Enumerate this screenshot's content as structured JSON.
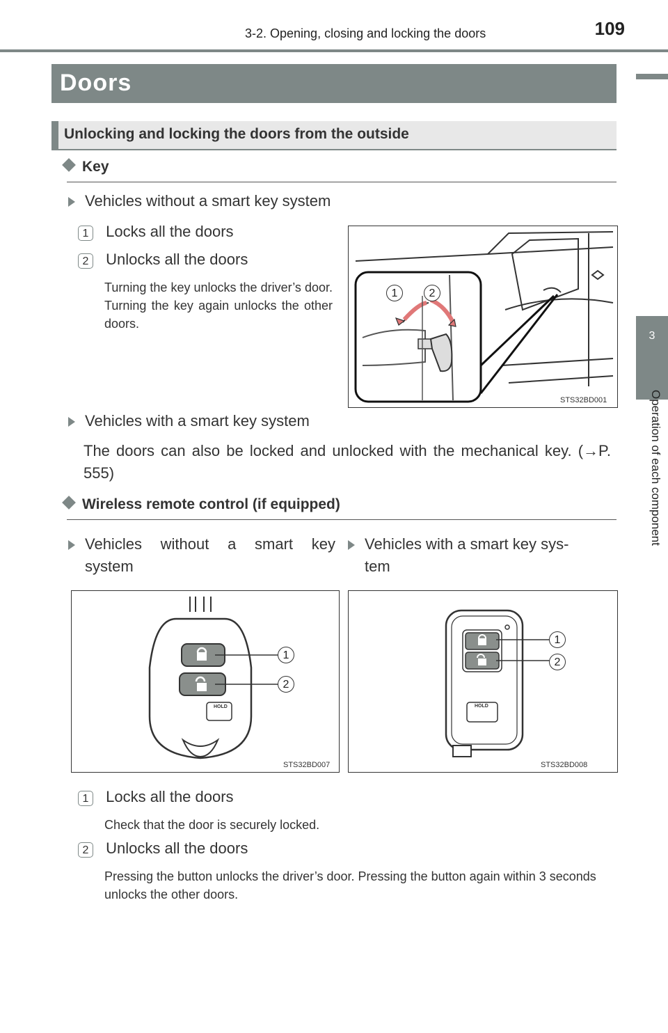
{
  "header": {
    "page_number": "109",
    "section_title": "3-2. Opening, closing and locking the doors"
  },
  "side_tab": {
    "chapter_number": "3",
    "chapter_title": "Operation of each component"
  },
  "title": "Doors",
  "subsection": "Unlocking and locking the doors from the outside",
  "key_section": {
    "heading": "Key",
    "no_smart": {
      "label": "Vehicles without a smart key system",
      "item1_num": "1",
      "item1": "Locks all the doors",
      "item2_num": "2",
      "item2": "Unlocks all the doors",
      "note": "Turning the key unlocks the driver’s door. Turning the key again unlocks the other doors.",
      "figure_code": "STS32BD001",
      "callout1": "1",
      "callout2": "2"
    },
    "smart": {
      "label": "Vehicles with a smart key system",
      "text": "The doors can also be locked and unlocked with the mechanical key. (→P. 555)"
    }
  },
  "remote_section": {
    "heading": "Wireless remote control (if equipped)",
    "col1_label_line1": "Vehicles without a smart key",
    "col1_label_line2": "system",
    "col2_label_line1": "Vehicles with a smart key sys-",
    "col2_label_line2": "tem",
    "fig1_code": "STS32BD007",
    "fig2_code": "STS32BD008",
    "hold_label": "HOLD",
    "callout1": "1",
    "callout2": "2",
    "item1_num": "1",
    "item1": "Locks all the doors",
    "item1_note": "Check that the door is securely locked.",
    "item2_num": "2",
    "item2": "Unlocks all the doors",
    "item2_note": "Pressing the button unlocks the driver’s door. Pressing the button again within 3 seconds unlocks the other doors."
  }
}
